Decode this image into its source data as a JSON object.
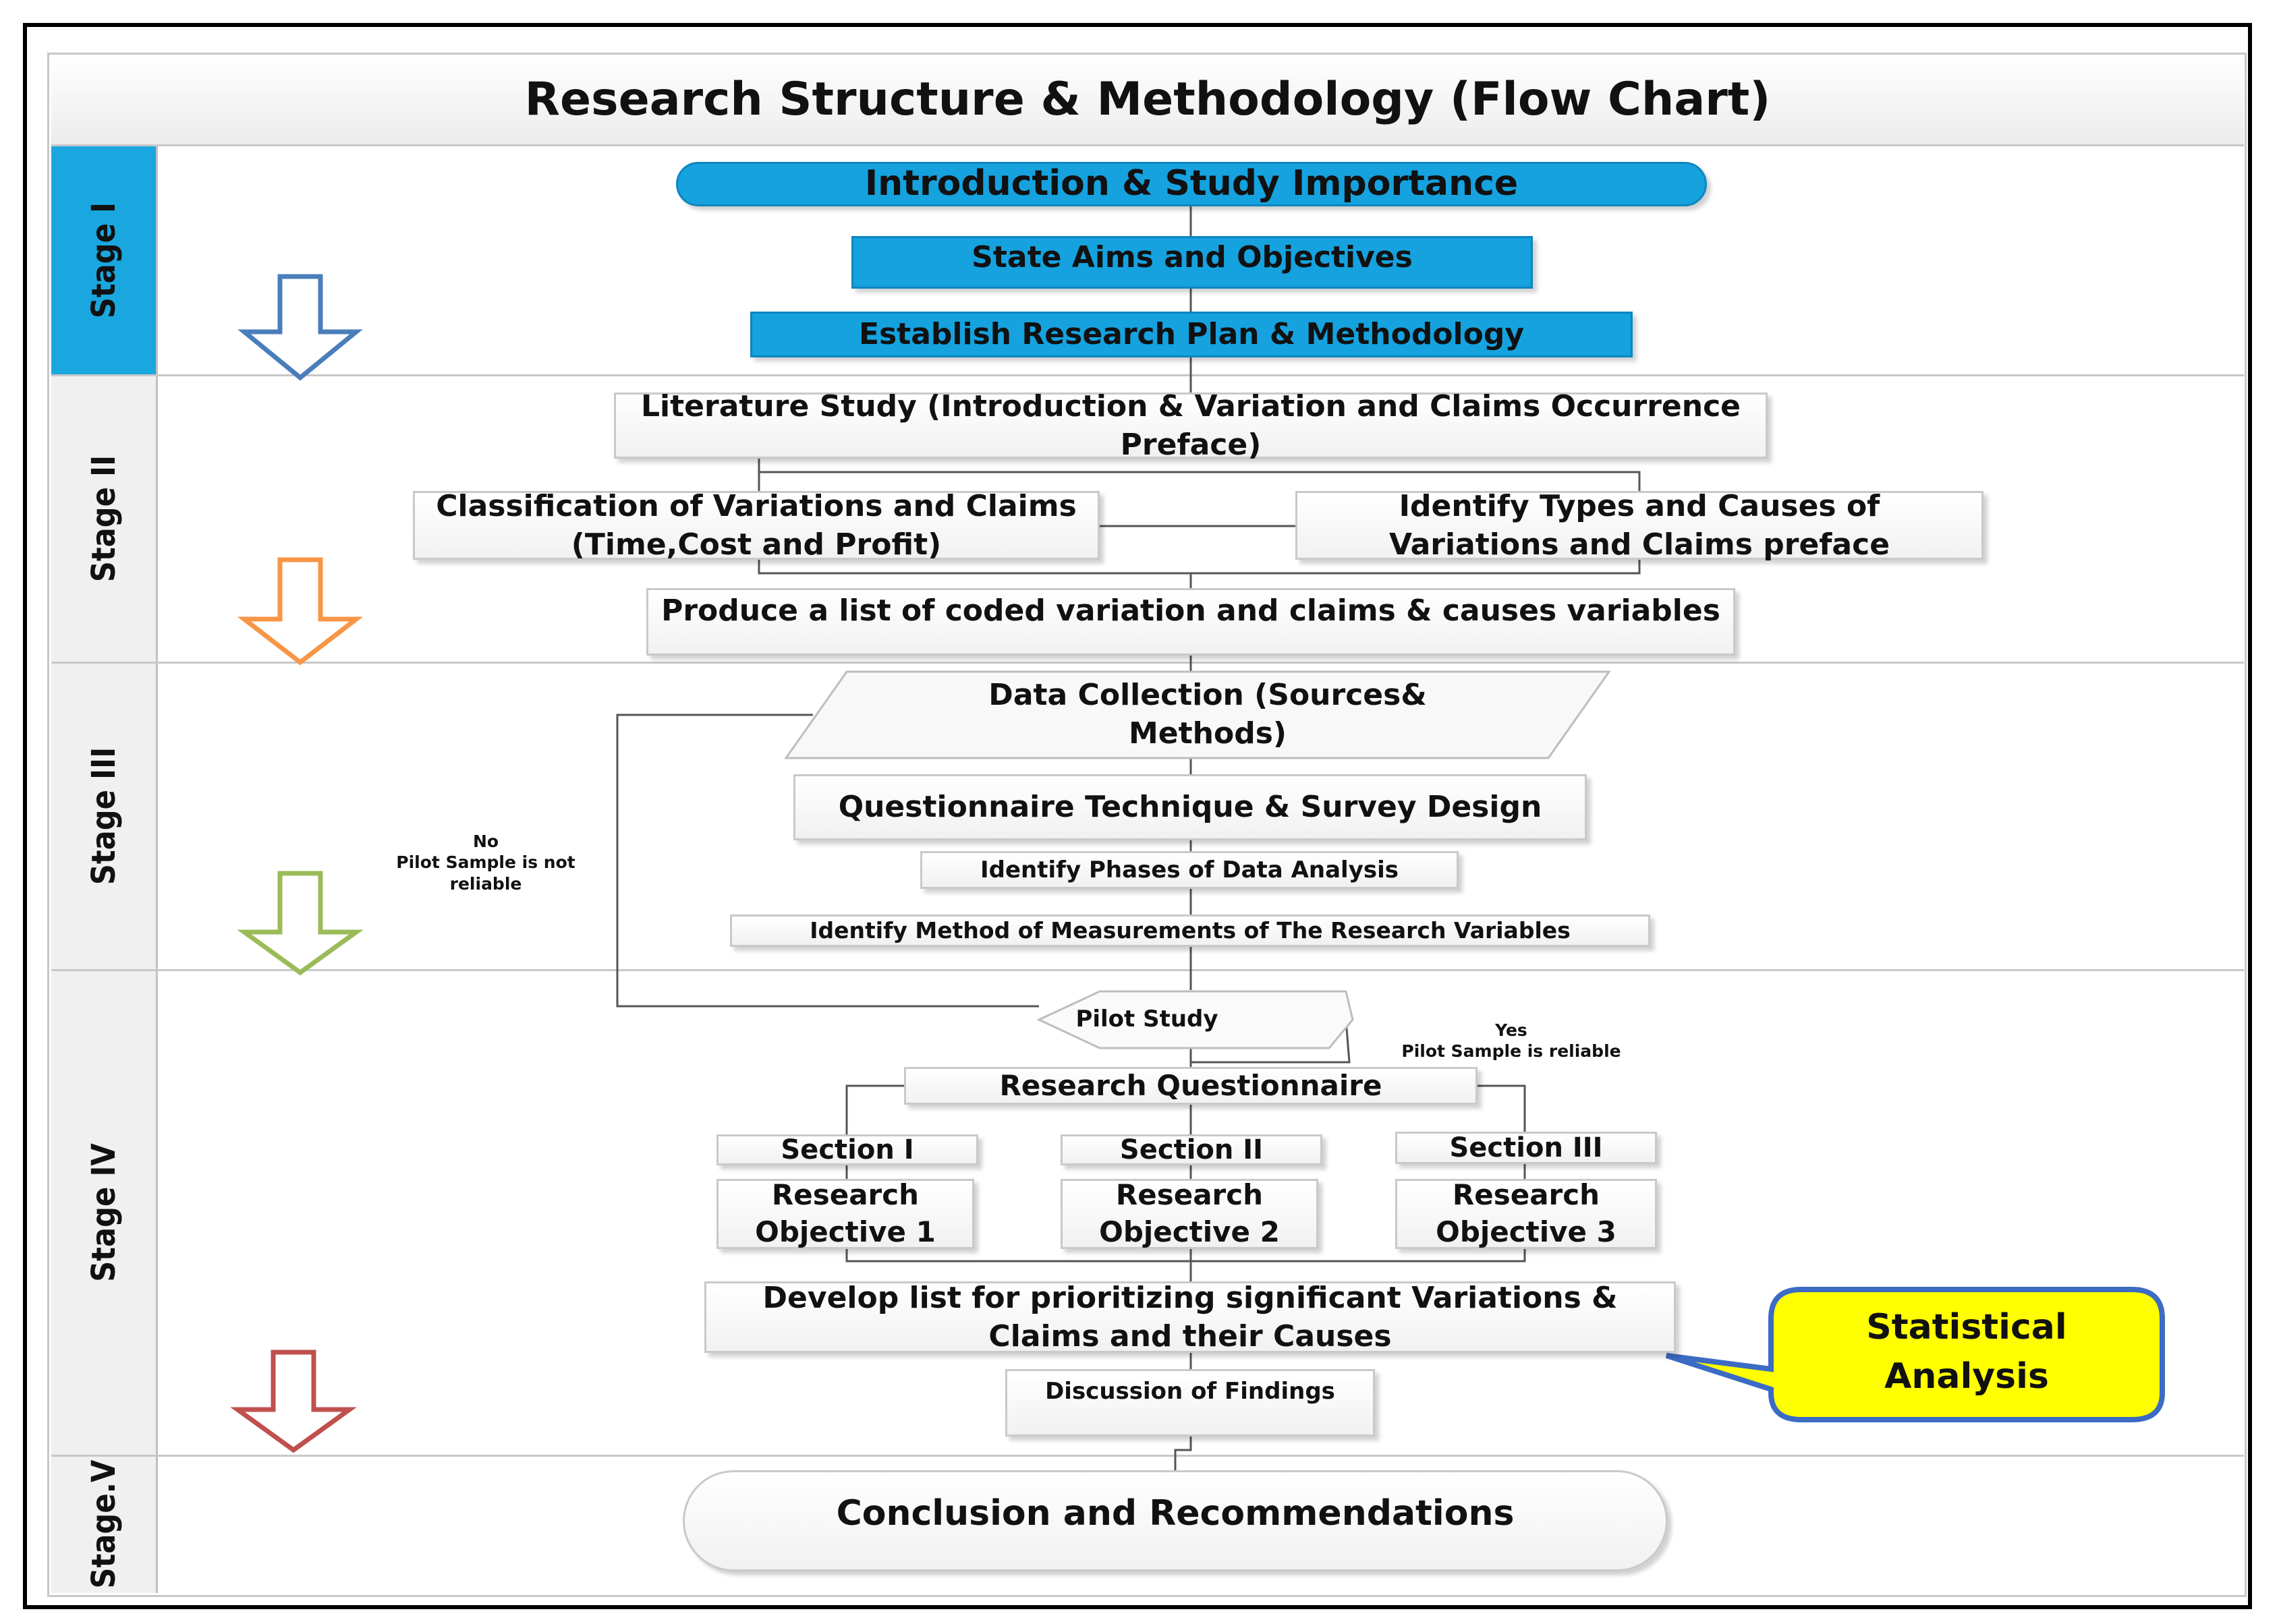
{
  "title": "Research Structure & Methodology (Flow Chart)",
  "stages": [
    "Stage I",
    "Stage II",
    "Stage III",
    "Stage IV",
    "Stage.V"
  ],
  "stage1": {
    "intro": "Introduction & Study Importance",
    "aims": "State Aims and Objectives",
    "plan": "Establish Research Plan & Methodology"
  },
  "stage2": {
    "literature": "Literature Study (Introduction & Variation and Claims Occurrence Preface)",
    "classification": "Classification of Variations and Claims (Time,Cost and Profit)",
    "identify_types": "Identify Types and Causes of Variations and Claims preface",
    "produce_list": "Produce a list of coded variation and claims & causes variables"
  },
  "stage3": {
    "data_collection": "Data Collection (Sources& Methods)",
    "questionnaire": "Questionnaire Technique & Survey Design",
    "phases": "Identify Phases of Data Analysis",
    "measurements": "Identify Method of Measurements of The Research Variables",
    "no_note_1": "No",
    "no_note_2": "Pilot Sample is not",
    "no_note_3": "reliable"
  },
  "stage4": {
    "pilot": "Pilot Study",
    "yes_note_1": "Yes",
    "yes_note_2": "Pilot Sample is  reliable",
    "research_q": "Research Questionnaire",
    "sections": [
      "Section I",
      "Section II",
      "Section III"
    ],
    "objectives": [
      "Research Objective 1",
      "Research Objective 2",
      "Research Objective  3"
    ],
    "develop": "Develop list for prioritizing significant Variations & Claims and their Causes",
    "discussion": "Discussion of Findings",
    "callout": "Statistical Analysis"
  },
  "stage5": {
    "conclusion": "Conclusion and Recommendations"
  },
  "colors": {
    "stage1_fill": "#15a2df",
    "arrow1": "#4a7ebb",
    "arrow2": "#f79646",
    "arrow3": "#9bbb59",
    "arrow4": "#c0504d",
    "callout_fill": "#ffff00",
    "callout_border": "#3c6bc4"
  }
}
